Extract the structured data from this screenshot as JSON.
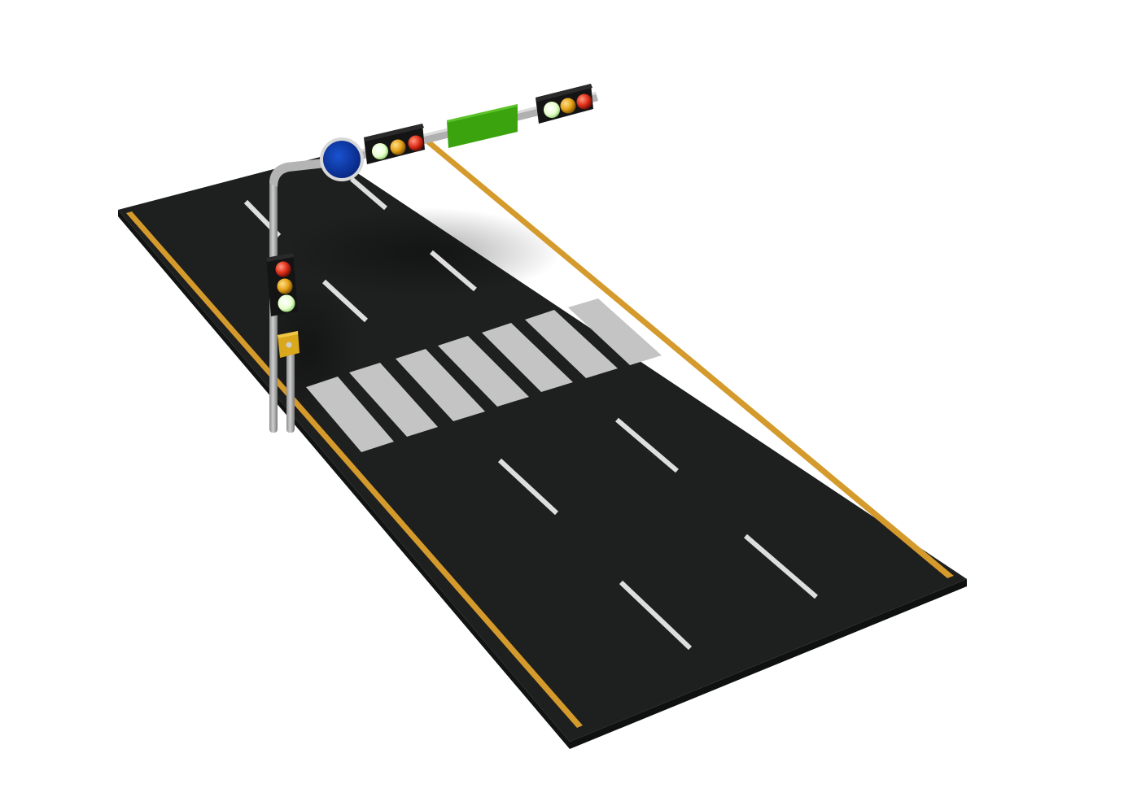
{
  "scene": {
    "description_kind": "3d-render",
    "colors": {
      "background": "#ffffff",
      "asphalt_top": "#1e1f1f",
      "asphalt_side": "#121313",
      "edge_line": "#d49a2c",
      "lane_dash": "#dedede",
      "crosswalk": "#c4c4c4",
      "pole": "#a8a8a8",
      "signal_housing": "#141414",
      "light_green": "#ecffd8",
      "light_amber": "#e6a219",
      "light_red": "#e0301b",
      "round_sign": "#0b3aa8",
      "street_name_sign": "#3aa30e",
      "push_button_box": "#d9a81c"
    },
    "traffic_signals": [
      {
        "name": "pole-signal",
        "orientation": "vertical",
        "active": "green"
      },
      {
        "name": "arm-signal-near",
        "orientation": "horizontal",
        "active": "green"
      },
      {
        "name": "arm-signal-far",
        "orientation": "horizontal",
        "active": "green"
      }
    ],
    "icons": [
      "round-sign-icon",
      "street-name-sign",
      "push-button-icon"
    ]
  }
}
